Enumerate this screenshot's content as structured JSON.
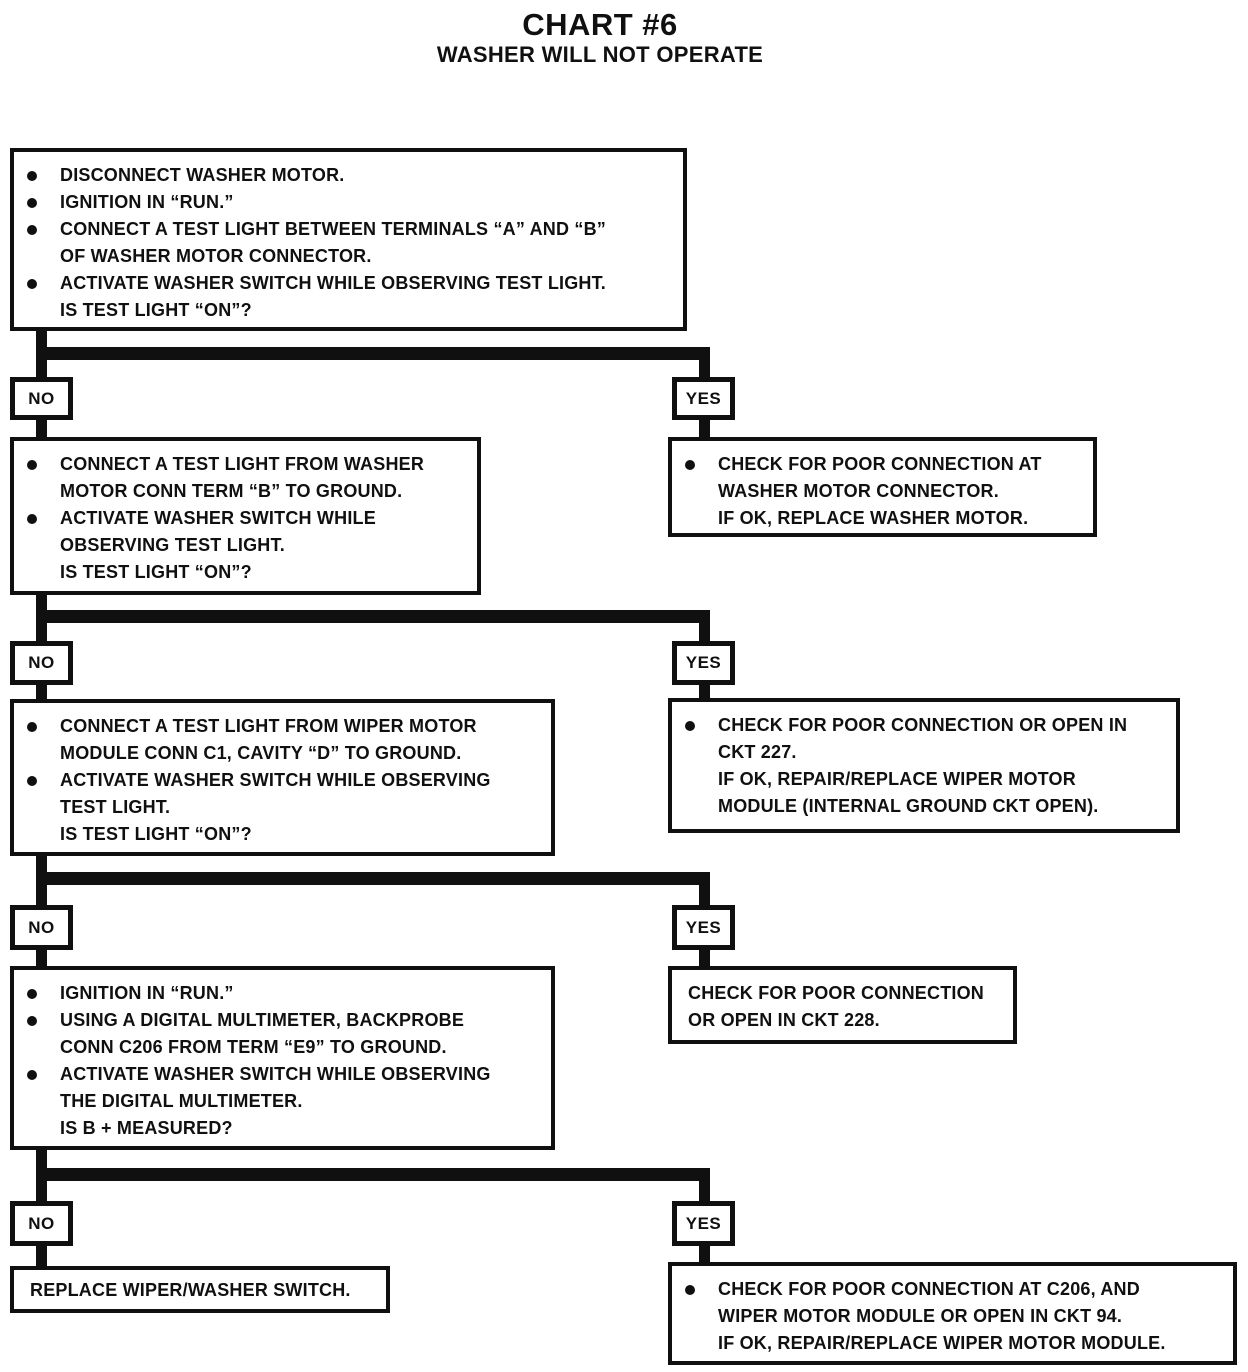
{
  "page": {
    "title": "CHART #6",
    "subtitle": "WASHER WILL NOT OPERATE"
  },
  "labels": {
    "no": "NO",
    "yes": "YES"
  },
  "colors": {
    "ink": "#101010",
    "paper": "#ffffff"
  },
  "nodes": {
    "step1": {
      "items": [
        {
          "bullet": true,
          "lines": [
            "DISCONNECT WASHER MOTOR."
          ]
        },
        {
          "bullet": true,
          "lines": [
            "IGNITION IN “RUN.”"
          ]
        },
        {
          "bullet": true,
          "lines": [
            "CONNECT A TEST LIGHT BETWEEN TERMINALS “A” AND “B”",
            "OF WASHER MOTOR CONNECTOR."
          ]
        },
        {
          "bullet": true,
          "lines": [
            "ACTIVATE WASHER SWITCH WHILE OBSERVING TEST LIGHT.",
            "IS TEST LIGHT “ON”?"
          ]
        }
      ]
    },
    "result1": {
      "items": [
        {
          "bullet": true,
          "lines": [
            "CHECK FOR POOR CONNECTION AT",
            "WASHER MOTOR CONNECTOR.",
            "IF OK, REPLACE WASHER MOTOR."
          ]
        }
      ]
    },
    "step2": {
      "items": [
        {
          "bullet": true,
          "lines": [
            "CONNECT A TEST LIGHT FROM WASHER",
            "MOTOR CONN TERM “B” TO GROUND."
          ]
        },
        {
          "bullet": true,
          "lines": [
            "ACTIVATE WASHER SWITCH WHILE",
            "OBSERVING TEST LIGHT.",
            "IS TEST LIGHT “ON”?"
          ]
        }
      ]
    },
    "result2": {
      "items": [
        {
          "bullet": true,
          "lines": [
            "CHECK FOR POOR CONNECTION OR OPEN IN",
            "CKT 227.",
            "IF OK, REPAIR/REPLACE WIPER MOTOR",
            "MODULE (INTERNAL GROUND CKT OPEN)."
          ]
        }
      ]
    },
    "step3": {
      "items": [
        {
          "bullet": true,
          "lines": [
            "CONNECT A TEST LIGHT FROM WIPER MOTOR",
            "MODULE CONN C1, CAVITY “D” TO GROUND."
          ]
        },
        {
          "bullet": true,
          "lines": [
            "ACTIVATE WASHER SWITCH WHILE OBSERVING",
            "TEST LIGHT.",
            "IS TEST LIGHT “ON”?"
          ]
        }
      ]
    },
    "result3": {
      "items": [
        {
          "bullet": false,
          "lines": [
            "CHECK FOR POOR CONNECTION",
            "OR OPEN IN CKT 228."
          ]
        }
      ]
    },
    "step4": {
      "items": [
        {
          "bullet": true,
          "lines": [
            "IGNITION IN “RUN.”"
          ]
        },
        {
          "bullet": true,
          "lines": [
            "USING A DIGITAL MULTIMETER, BACKPROBE",
            "CONN C206 FROM TERM “E9” TO GROUND."
          ]
        },
        {
          "bullet": true,
          "lines": [
            "ACTIVATE WASHER SWITCH WHILE OBSERVING",
            "THE DIGITAL MULTIMETER.",
            "IS B + MEASURED?"
          ]
        }
      ]
    },
    "step5": {
      "items": [
        {
          "bullet": false,
          "lines": [
            "REPLACE WIPER/WASHER SWITCH."
          ]
        }
      ]
    },
    "result4": {
      "items": [
        {
          "bullet": true,
          "lines": [
            "CHECK FOR POOR CONNECTION AT C206, AND",
            "WIPER MOTOR MODULE OR OPEN IN CKT 94.",
            "IF OK, REPAIR/REPLACE WIPER MOTOR MODULE."
          ]
        }
      ]
    }
  }
}
